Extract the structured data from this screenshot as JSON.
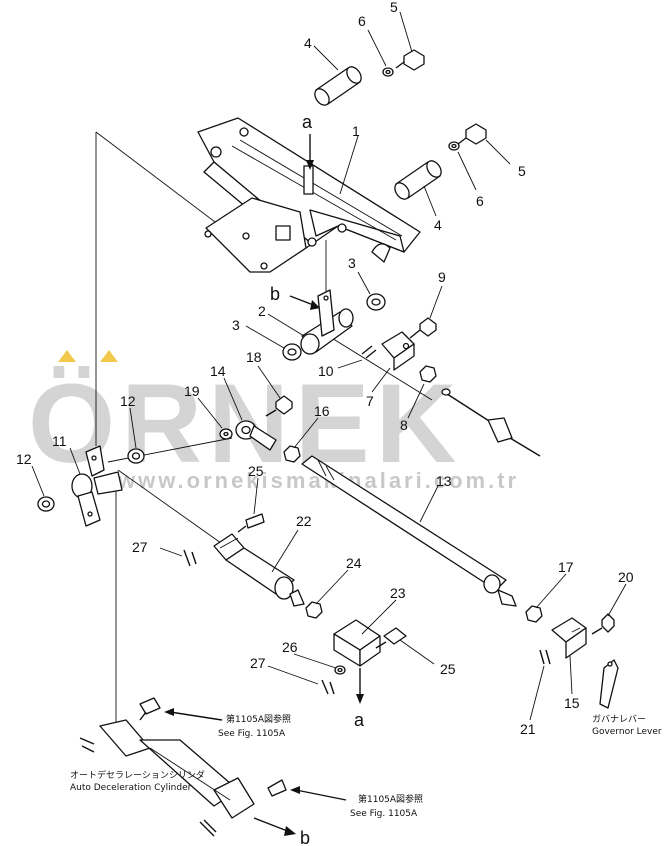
{
  "watermark": {
    "brand": "ÖRNEK",
    "url": "www.ornekismakinalari.com.tr"
  },
  "labels": {
    "n1": "1",
    "n2": "2",
    "n3a": "3",
    "n3b": "3",
    "n4a": "4",
    "n4b": "4",
    "n5a": "5",
    "n5b": "5",
    "n6a": "6",
    "n6b": "6",
    "n7": "7",
    "n8": "8",
    "n9": "9",
    "n10": "10",
    "n11": "11",
    "n12a": "12",
    "n12b": "12",
    "n13": "13",
    "n14": "14",
    "n15": "15",
    "n16": "16",
    "n17": "17",
    "n18": "18",
    "n19": "19",
    "n20": "20",
    "n21": "21",
    "n22": "22",
    "n23": "23",
    "n24": "24",
    "n25a": "25",
    "n25b": "25",
    "n26": "26",
    "n27a": "27",
    "n27b": "27",
    "a_top": "a",
    "a_bottom": "a",
    "b_top": "b",
    "b_bottom": "b"
  },
  "captions": {
    "see1_jp": "第1105A図参照",
    "see1_en": "See Fig. 1105A",
    "see2_jp": "第1105A図参照",
    "see2_en": "See Fig. 1105A",
    "cyl_jp": "オートデセラレーションシリンダ",
    "cyl_en": "Auto Deceleration Cylinder",
    "gov_jp": "ガバナレバー",
    "gov_en": "Governor Lever"
  },
  "colors": {
    "ink": "#111111",
    "watermark": "#d4d4d4",
    "accent": "#f2c94c"
  }
}
